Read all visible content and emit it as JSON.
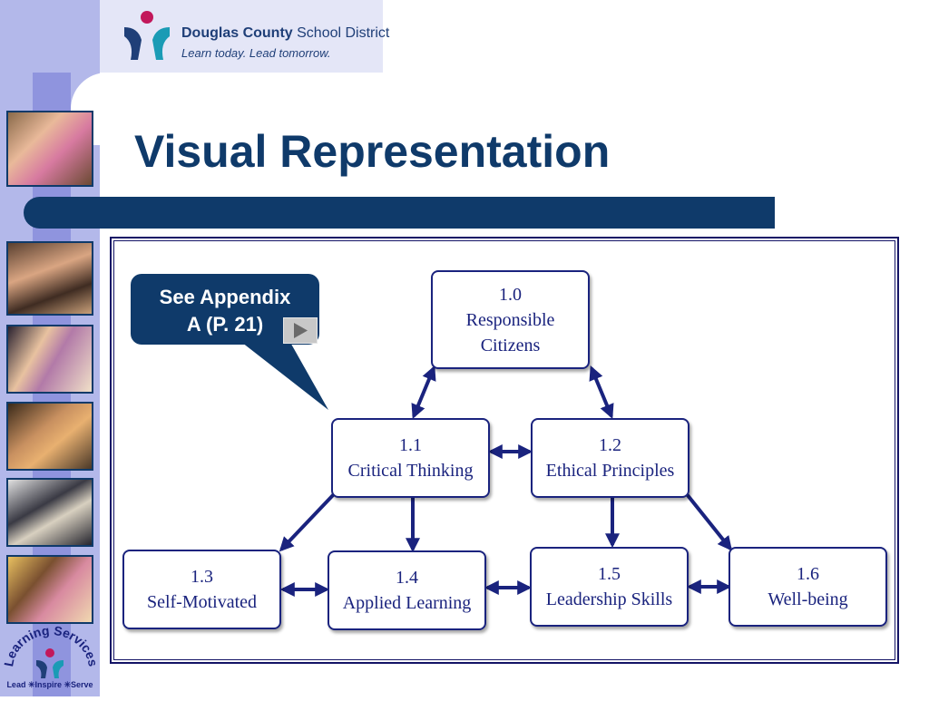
{
  "header": {
    "org_name_bold": "Douglas County",
    "org_name_regular": " School District",
    "tagline": "Learn today. Lead tomorrow."
  },
  "slide": {
    "title": "Visual Representation"
  },
  "callout": {
    "line1": "See Appendix",
    "line2": "A (P. 21)"
  },
  "diagram": {
    "nodes": [
      {
        "id": "n10",
        "number": "1.0",
        "line1": "Responsible",
        "line2": "Citizens"
      },
      {
        "id": "n11",
        "number": "1.1",
        "line1": "Critical Thinking",
        "line2": ""
      },
      {
        "id": "n12",
        "number": "1.2",
        "line1": "Ethical Principles",
        "line2": ""
      },
      {
        "id": "n13",
        "number": "1.3",
        "line1": "Self-Motivated",
        "line2": ""
      },
      {
        "id": "n14",
        "number": "1.4",
        "line1": "Applied Learning",
        "line2": ""
      },
      {
        "id": "n15",
        "number": "1.5",
        "line1": "Leadership Skills",
        "line2": ""
      },
      {
        "id": "n16",
        "number": "1.6",
        "line1": "Well-being",
        "line2": ""
      }
    ]
  },
  "footer_logo": {
    "arc_text": "Learning Services",
    "motto": "Lead ✳Inspire ✳Serve"
  },
  "colors": {
    "navy": "#0f3a6a",
    "diagram_blue": "#1a237e",
    "side_band": "#b3b8ea",
    "accent_pink": "#c2185b",
    "accent_teal": "#1a9bb5"
  }
}
